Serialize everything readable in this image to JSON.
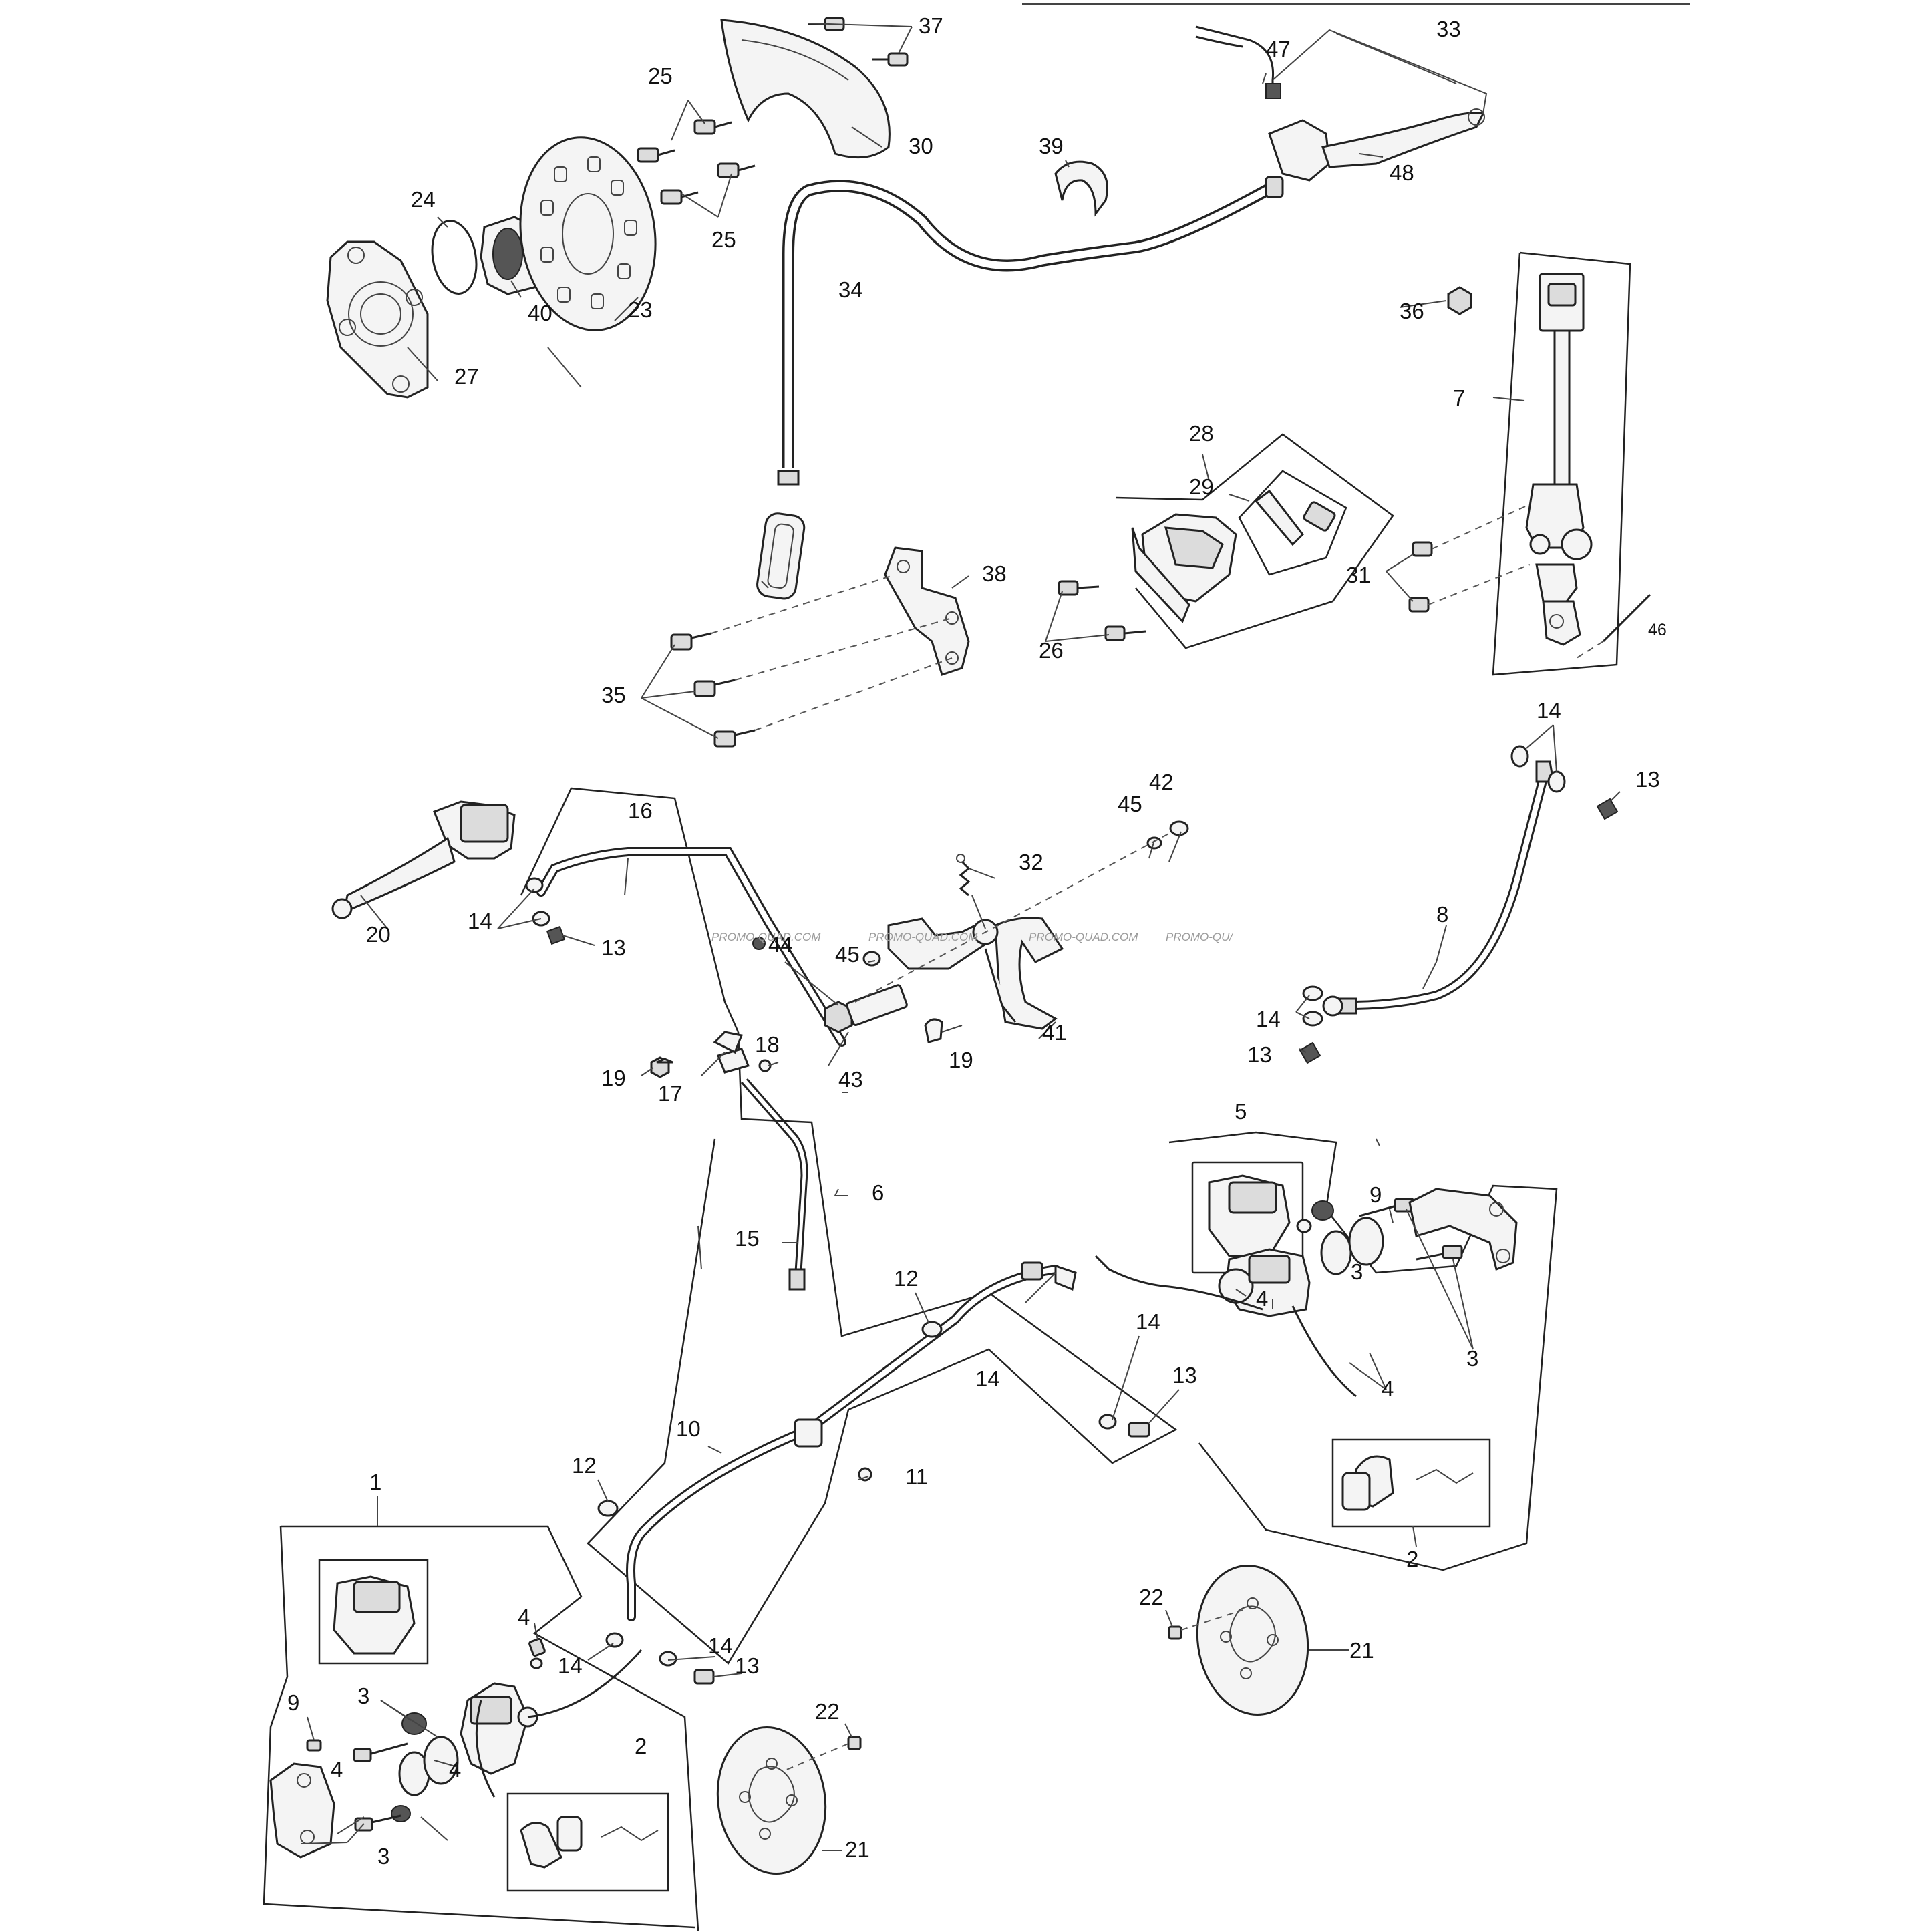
{
  "callouts": {
    "c1": "1",
    "c2a": "2",
    "c2b": "2",
    "c3a": "3",
    "c3b": "3",
    "c3c": "3",
    "c3d": "3",
    "c4a": "4",
    "c4b": "4",
    "c4c": "4",
    "c4d": "4",
    "c4e": "4",
    "c5": "5",
    "c6": "6",
    "c7": "7",
    "c8": "8",
    "c9a": "9",
    "c9b": "9",
    "c10": "10",
    "c11": "11",
    "c12a": "12",
    "c12b": "12",
    "c13a": "13",
    "c13b": "13",
    "c13c": "13",
    "c13d": "13",
    "c13e": "13",
    "c14a": "14",
    "c14b": "14",
    "c14c": "14",
    "c14d": "14",
    "c14e": "14",
    "c14f": "14",
    "c14g": "14",
    "c15": "15",
    "c16": "16",
    "c17": "17",
    "c18": "18",
    "c19a": "19",
    "c19b": "19",
    "c20": "20",
    "c21a": "21",
    "c21b": "21",
    "c22a": "22",
    "c22b": "22",
    "c23": "23",
    "c24": "24",
    "c25a": "25",
    "c25b": "25",
    "c26": "26",
    "c27": "27",
    "c28": "28",
    "c29": "29",
    "c30": "30",
    "c31": "31",
    "c32": "32",
    "c33": "33",
    "c34": "34",
    "c35": "35",
    "c36": "36",
    "c37": "37",
    "c38": "38",
    "c39": "39",
    "c40": "40",
    "c41": "41",
    "c42": "42",
    "c43": "43",
    "c44": "44",
    "c45a": "45",
    "c45b": "45",
    "c46": "46",
    "c47": "47",
    "c48": "48"
  },
  "watermark": {
    "wm1": "PROMO-QUAD.COM",
    "wm2": "PROMO-QUAD.COM",
    "wm3": "PROMO-QUAD.COM",
    "wm4": "PROMO-QU/"
  },
  "colors": {
    "line": "#222222",
    "background": "#ffffff"
  }
}
